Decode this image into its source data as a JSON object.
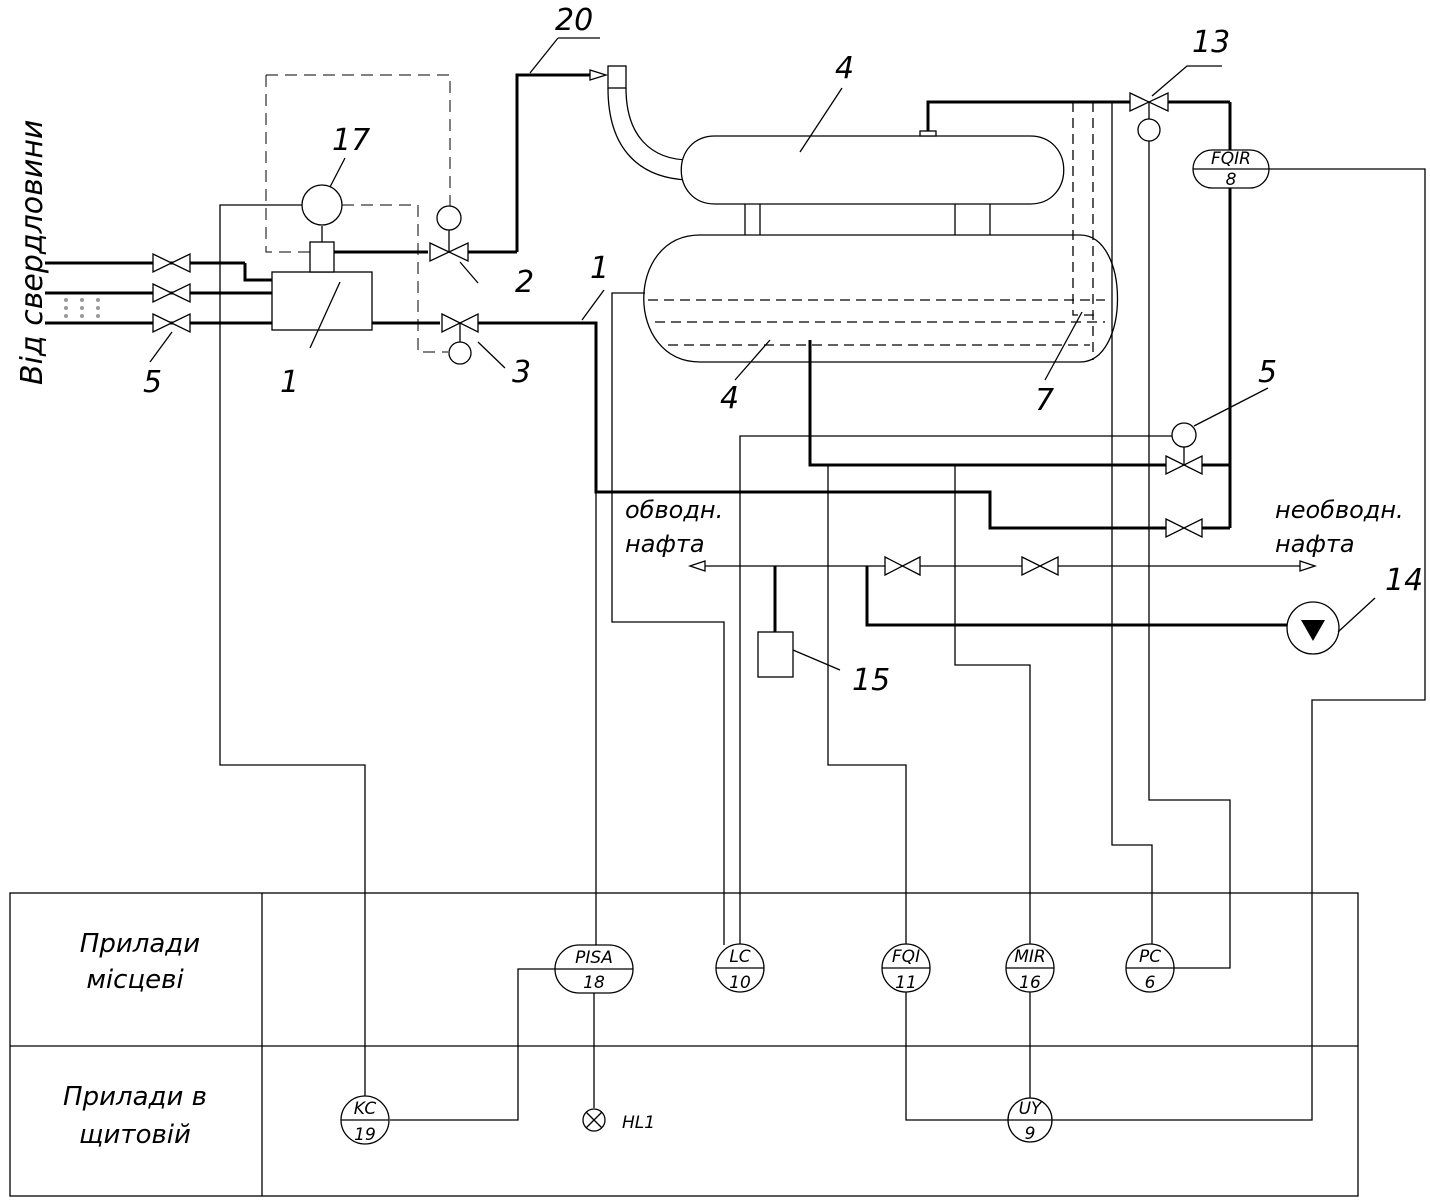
{
  "labels": {
    "source": "Від свердловини",
    "dewatered_line1": "обводн.",
    "dewatered_line2": "нафта",
    "undewatered_line1": "необводн.",
    "undewatered_line2": "нафта",
    "lamp": "HL1"
  },
  "numbers": {
    "n20": "20",
    "n4_top": "4",
    "n13": "13",
    "n17": "17",
    "n2": "2",
    "n1_pipe": "1",
    "n5_left": "5",
    "n1_block": "1",
    "n3": "3",
    "n4_bottom": "4",
    "n7": "7",
    "n5_right": "5",
    "n14": "14",
    "n15": "15"
  },
  "table": {
    "row1_line1": "Прилади",
    "row1_line2": "місцеві",
    "row2_line1": "Прилади в",
    "row2_line2": "щитовій"
  },
  "instruments": {
    "fqir": {
      "code": "FQIR",
      "num": "8"
    },
    "pisa": {
      "code": "PISA",
      "num": "18"
    },
    "lc": {
      "code": "LC",
      "num": "10"
    },
    "fqi": {
      "code": "FQI",
      "num": "11"
    },
    "mir": {
      "code": "MIR",
      "num": "16"
    },
    "pc": {
      "code": "PC",
      "num": "6"
    },
    "kc": {
      "code": "KC",
      "num": "19"
    },
    "uy": {
      "code": "UY",
      "num": "9"
    }
  }
}
